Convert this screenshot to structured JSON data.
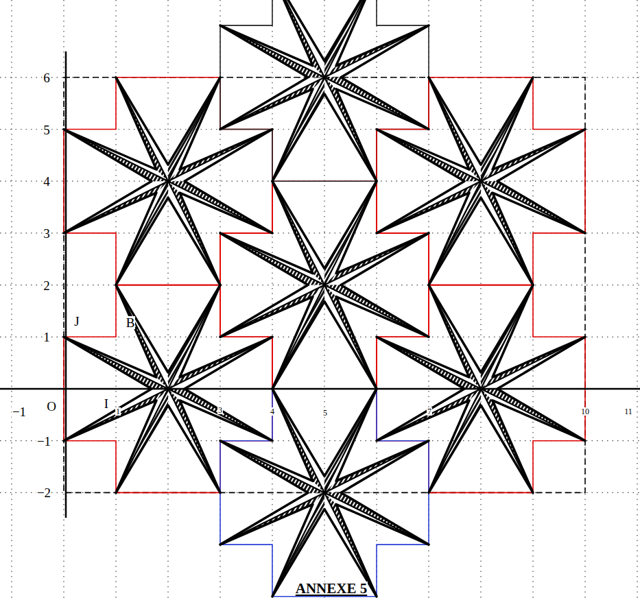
{
  "diagram": {
    "labels": [
      "6",
      "5",
      "4",
      "3",
      "2",
      "1",
      "−1",
      "−2",
      "J",
      "B",
      "−1",
      "O",
      "I",
      "1",
      "3",
      "4",
      "5",
      "7",
      "10",
      "11",
      "ANNEXE 5"
    ]
  }
}
